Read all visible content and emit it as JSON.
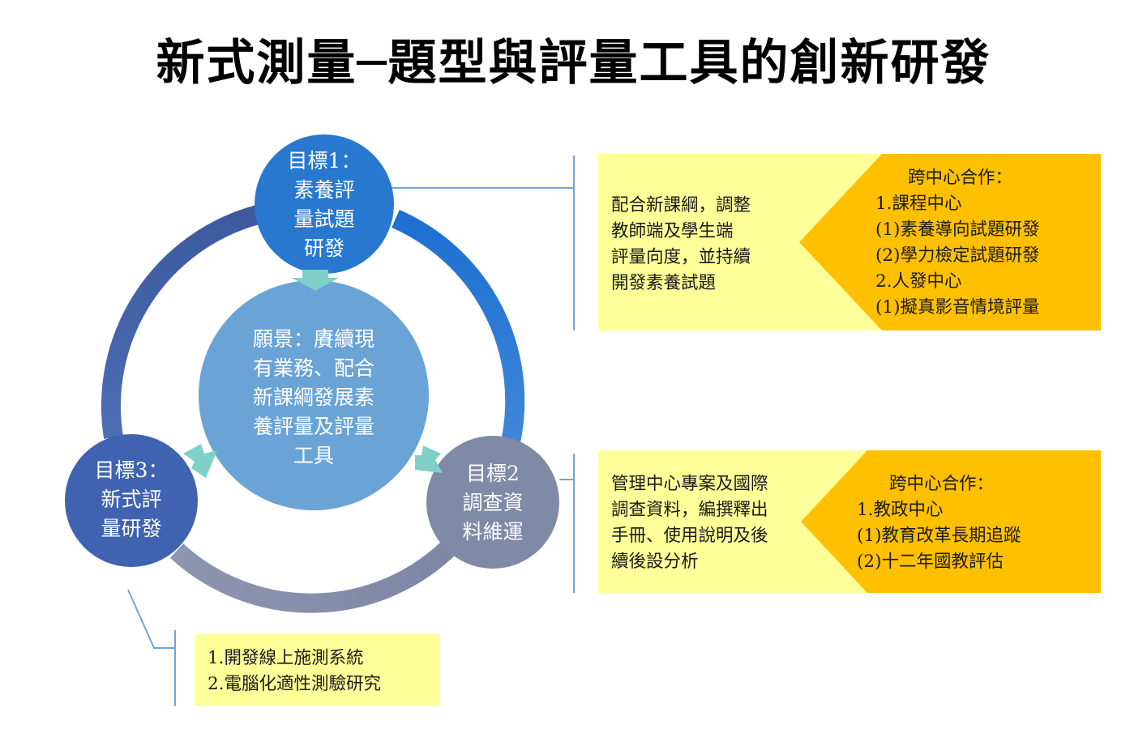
{
  "title": "新式測量─題型與評量工具的創新研發",
  "circles": {
    "goal1": [
      "目標1：",
      "素養評",
      "量試題",
      "研發"
    ],
    "vision": [
      "願景：賡續現",
      "有業務、配合",
      "新課綱發展素",
      "養評量及評量",
      "工具"
    ],
    "goal2": [
      "目標2",
      "調查資",
      "料維運"
    ],
    "goal3": [
      "目標3：",
      "新式評",
      "量研發"
    ]
  },
  "boxes": {
    "goal1_desc": [
      "配合新課綱，調整",
      "教師端及學生端",
      "評量向度，並持續",
      "開發素養試題"
    ],
    "goal1_collab": [
      "跨中心合作：",
      "1.課程中心",
      "(1)素養導向試題研發",
      "(2)學力檢定試題研發",
      "2.人發中心",
      "(1)擬真影音情境評量"
    ],
    "goal2_desc": [
      "管理中心專案及國際",
      "調查資料，編撰釋出",
      "手冊、使用說明及後",
      "續後設分析"
    ],
    "goal2_collab": [
      "跨中心合作：",
      "1.教政中心",
      "(1)教育改革長期追蹤",
      "(2)十二年國教評估"
    ],
    "goal3_desc": [
      "1.開發線上施測系統",
      "2.電腦化適性測驗研究"
    ]
  },
  "colors": {
    "yellow_box": "#ffff99",
    "orange_box": "#ffc000",
    "goal1_circle": "#2878d0",
    "vision_circle": "#6aa3d5",
    "goal2_circle": "#7f8aa6",
    "goal3_circle": "#3f63b0",
    "arrow": "#7fd0c8",
    "connector_line": "#6fa5d8"
  }
}
